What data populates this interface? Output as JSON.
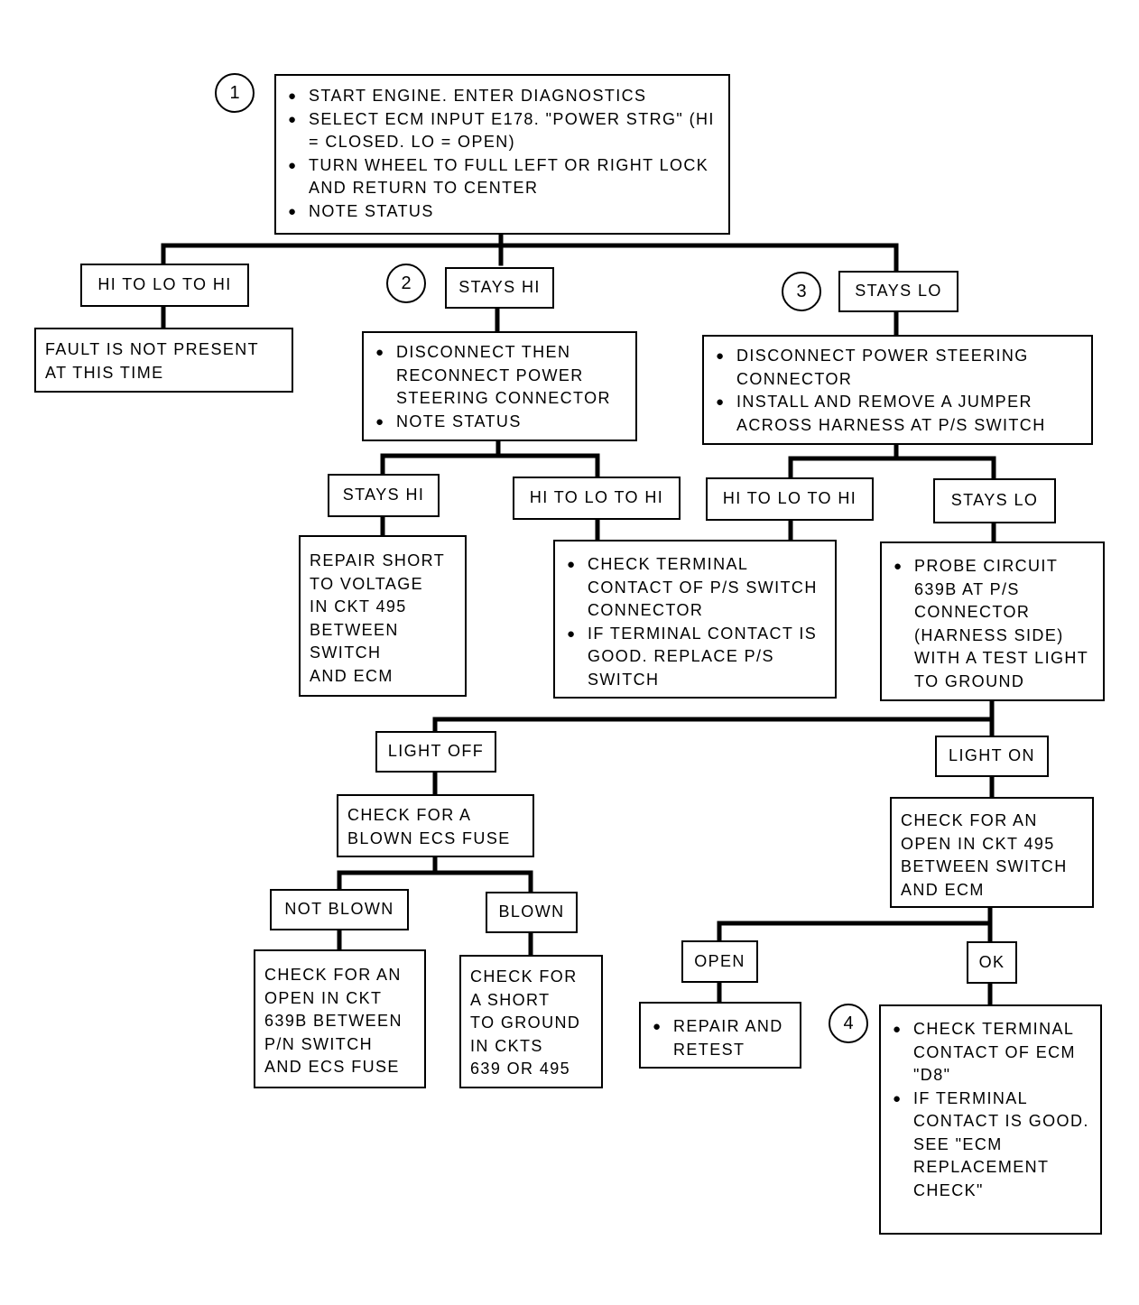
{
  "steps": [
    "1",
    "2",
    "3",
    "4"
  ],
  "boxes": {
    "start": {
      "items": [
        "START ENGINE. ENTER DIAGNOSTICS",
        "SELECT ECM INPUT E178. \"POWER STRG\" (HI = CLOSED. LO = OPEN)",
        "TURN WHEEL TO FULL LEFT OR RIGHT LOCK AND RETURN TO CENTER",
        "NOTE STATUS"
      ]
    },
    "hi_to_lo_to_hi_1": "HI TO LO TO HI",
    "stays_hi_1": "STAYS HI",
    "stays_lo_1": "STAYS LO",
    "fault_not_present": "FAULT IS NOT PRESENT\nAT THIS TIME",
    "disconnect_reconnect": {
      "items": [
        "DISCONNECT THEN RECONNECT POWER STEERING CONNECTOR",
        "NOTE STATUS"
      ]
    },
    "disconnect_jumper": {
      "items": [
        "DISCONNECT POWER STEERING CONNECTOR",
        "INSTALL AND REMOVE A JUMPER ACROSS HARNESS AT P/S SWITCH"
      ]
    },
    "stays_hi_2": "STAYS HI",
    "hi_to_lo_to_hi_2": "HI TO LO TO HI",
    "hi_to_lo_to_hi_3": "HI TO LO TO HI",
    "stays_lo_2": "STAYS LO",
    "repair_short_voltage": "REPAIR SHORT\nTO VOLTAGE\nIN CKT 495\nBETWEEN\nSWITCH\nAND ECM",
    "check_terminal_ps": {
      "items": [
        "CHECK TERMINAL CONTACT OF P/S SWITCH CONNECTOR",
        "IF TERMINAL CONTACT IS GOOD. REPLACE P/S SWITCH"
      ]
    },
    "probe_circuit": {
      "items": [
        "PROBE CIRCUIT 639B AT P/S CONNECTOR (HARNESS SIDE) WITH A TEST LIGHT TO GROUND"
      ]
    },
    "light_off": "LIGHT OFF",
    "light_on": "LIGHT ON",
    "check_blown_fuse": "CHECK FOR A\nBLOWN ECS FUSE",
    "check_open_495": "CHECK FOR AN\nOPEN IN CKT 495\nBETWEEN SWITCH\nAND ECM",
    "not_blown": "NOT BLOWN",
    "blown": "BLOWN",
    "open": "OPEN",
    "ok": "OK",
    "check_open_639b": "CHECK FOR AN\nOPEN IN CKT\n639B BETWEEN\nP/N SWITCH\nAND ECS FUSE",
    "check_short_ground": "CHECK FOR\nA SHORT\nTO GROUND\nIN CKTS\n639 OR 495",
    "repair_retest": {
      "items": [
        "REPAIR AND RETEST"
      ]
    },
    "check_terminal_ecm": {
      "items": [
        "CHECK TERMINAL CONTACT OF ECM \"D8\"",
        "IF TERMINAL CONTACT IS GOOD. SEE \"ECM REPLACEMENT CHECK\""
      ]
    }
  }
}
